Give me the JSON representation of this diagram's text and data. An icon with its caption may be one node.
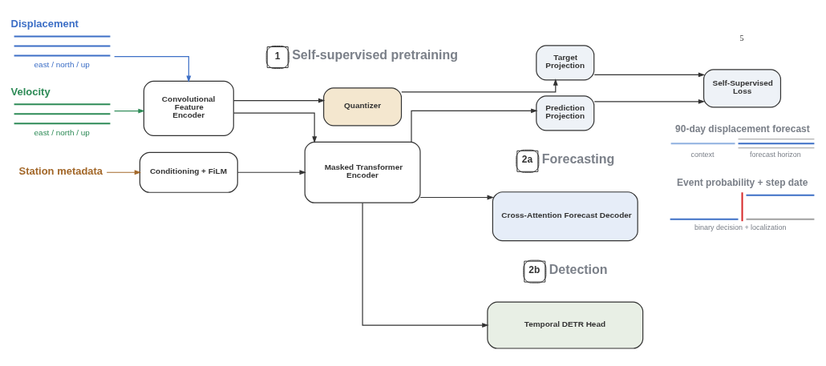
{
  "diagram": {
    "nodes": [
      {
        "text": [
          "Displacement",
          "east / north / up"
        ]
      },
      {
        "text": [
          "Velocity",
          "east / north / up"
        ]
      },
      {
        "text": [
          "Station metadata"
        ]
      },
      {
        "text": [
          "Convolutional Feature Encoder"
        ]
      },
      {
        "text": [
          "Conditioning + FiLM"
        ]
      },
      {
        "text": [
          "1"
        ],
        "beside": [
          "Self-supervised pretraining"
        ]
      },
      {
        "text": [
          "Quantizer"
        ]
      },
      {
        "text": [
          "Masked Transformer Encoder"
        ]
      },
      {
        "text": [
          "Target Projection"
        ]
      },
      {
        "text": [
          "Prediction Projection"
        ]
      },
      {
        "text": [
          "Self-Supervised Loss"
        ]
      },
      {
        "text": [
          "2a"
        ],
        "beside": [
          "Forecasting"
        ]
      },
      {
        "text": [
          "Cross-Attention Forecast Decoder"
        ]
      },
      {
        "text": [
          "2b"
        ],
        "beside": [
          "Detection"
        ]
      },
      {
        "text": [
          "Temporal DETR Head"
        ]
      }
    ],
    "edges": [
      {
        "from": 0,
        "to": 3,
        "arrow": "to",
        "color": "#3d6fc6"
      },
      {
        "from": 1,
        "to": 3,
        "arrow": "to",
        "color": "#2e8b57"
      },
      {
        "from": 2,
        "to": 4,
        "arrow": "to",
        "color": "#a3682a"
      },
      {
        "from": 3,
        "to": 6,
        "arrow": "to"
      },
      {
        "from": 3,
        "to": 7,
        "arrow": "to"
      },
      {
        "from": 4,
        "to": 7,
        "arrow": "to"
      },
      {
        "from": 6,
        "to": 8,
        "arrow": "to"
      },
      {
        "from": 7,
        "to": 9,
        "arrow": "to"
      },
      {
        "from": 8,
        "to": 10,
        "arrow": "to"
      },
      {
        "from": 9,
        "to": 10,
        "arrow": "to"
      },
      {
        "from": 7,
        "to": 12,
        "arrow": "to"
      },
      {
        "from": 7,
        "to": 14,
        "arrow": "to"
      }
    ],
    "labels": [
      "5",
      "90-day displacement forecast",
      "context",
      "forecast horizon",
      "Event probability + step date",
      "binary decision + localization"
    ]
  }
}
